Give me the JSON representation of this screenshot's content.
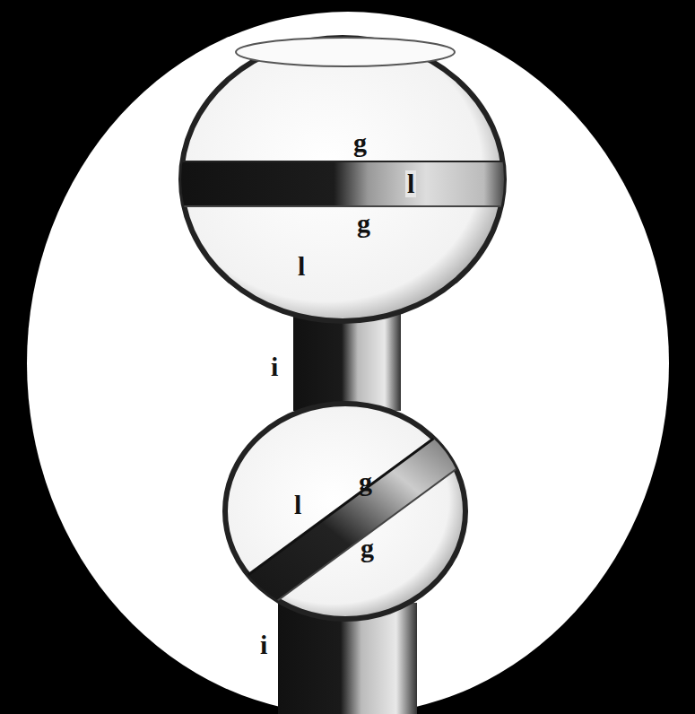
{
  "diagram": {
    "labels": [
      "g",
      "l",
      "g",
      "l",
      "i",
      "g",
      "l",
      "g",
      "i"
    ]
  }
}
